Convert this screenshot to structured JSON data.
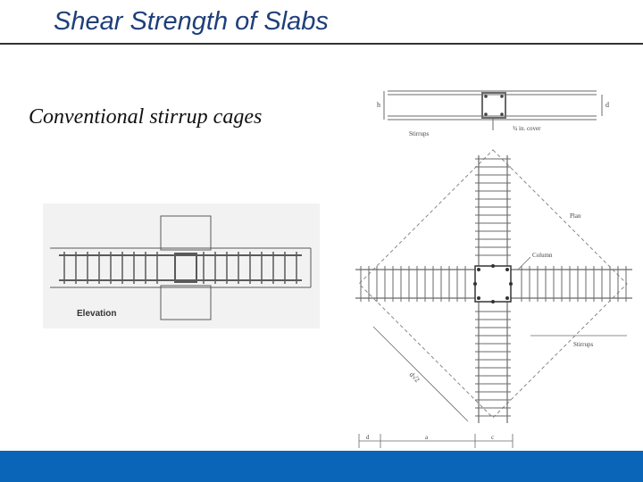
{
  "slide": {
    "title": "Shear Strength of Slabs",
    "subtitle": "Conventional stirrup cages"
  },
  "elevation_figure": {
    "label": "Elevation"
  },
  "plan_figure": {
    "labels": {
      "h": "h",
      "d": "d",
      "stirrups_top": "Stirrups",
      "cover": "¾ in. cover",
      "plan": "Plan",
      "column": "Column",
      "stirrups_right": "Stirrups",
      "diag": "d√2",
      "dim_d": "d",
      "dim_a": "a",
      "dim_c": "c"
    }
  },
  "colors": {
    "title": "#1f3f7a",
    "footer_band": "#0a64b8",
    "drawing": "#6a6a6a"
  }
}
